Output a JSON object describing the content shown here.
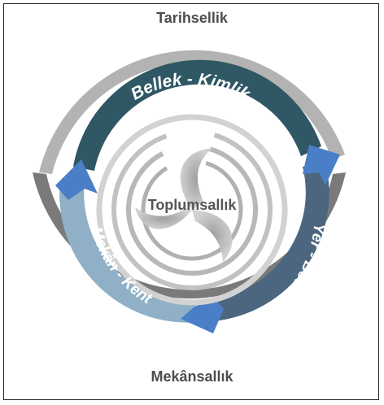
{
  "diagram": {
    "outer_top_label": "Tarihsellik",
    "outer_bottom_label": "Mekânsallık",
    "center_label": "Toplumsallık",
    "arcs": [
      {
        "label": "Bellek - Kimlik",
        "color": "#2f5764"
      },
      {
        "label": "Yer - Beden",
        "color": "#4c6680"
      },
      {
        "label": "Mekân - Kent",
        "color": "#8fb0c6"
      }
    ],
    "colors": {
      "outer_ring_top": "#b3b3b3",
      "outer_ring_bottom": "#7a7a7a",
      "arrow_head": "#4a7fc7",
      "text_dark": "#4d4d4d"
    }
  }
}
